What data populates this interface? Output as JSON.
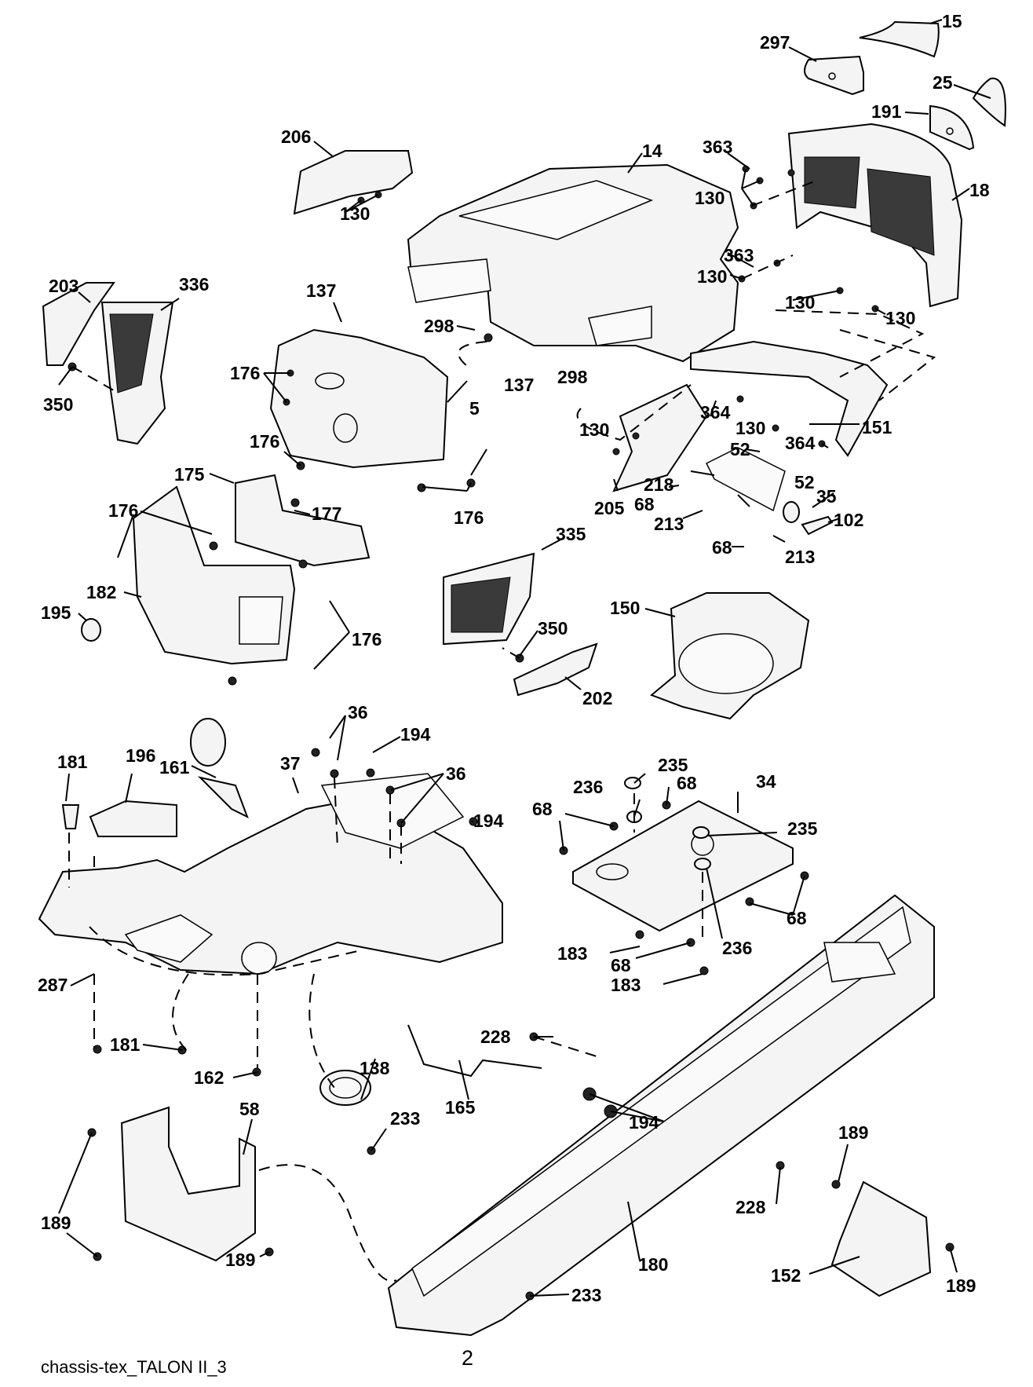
{
  "document": {
    "source_label": "chassis-tex_TALON II_3",
    "page_number": "2"
  },
  "parts": {
    "p15": "15",
    "p297": "297",
    "p25": "25",
    "p191": "191",
    "p18": "18",
    "p14": "14",
    "p206": "206",
    "p363": "363",
    "p130": "130",
    "p203": "203",
    "p336": "336",
    "p350": "350",
    "p137": "137",
    "p298": "298",
    "p176": "176",
    "p5": "5",
    "p364": "364",
    "p151": "151",
    "p52": "52",
    "p218": "218",
    "p68": "68",
    "p213": "213",
    "p35": "35",
    "p102": "102",
    "p205": "205",
    "p175": "175",
    "p177": "177",
    "p182": "182",
    "p195": "195",
    "p335": "335",
    "p202": "202",
    "p150": "150",
    "p36": "36",
    "p194": "194",
    "p181": "181",
    "p196": "196",
    "p161": "161",
    "p37": "37",
    "p235": "235",
    "p236": "236",
    "p34": "34",
    "p183": "183",
    "p287": "287",
    "p162": "162",
    "p138": "138",
    "p228": "228",
    "p165": "165",
    "p233": "233",
    "p58": "58",
    "p189": "189",
    "p180": "180",
    "p152": "152"
  }
}
